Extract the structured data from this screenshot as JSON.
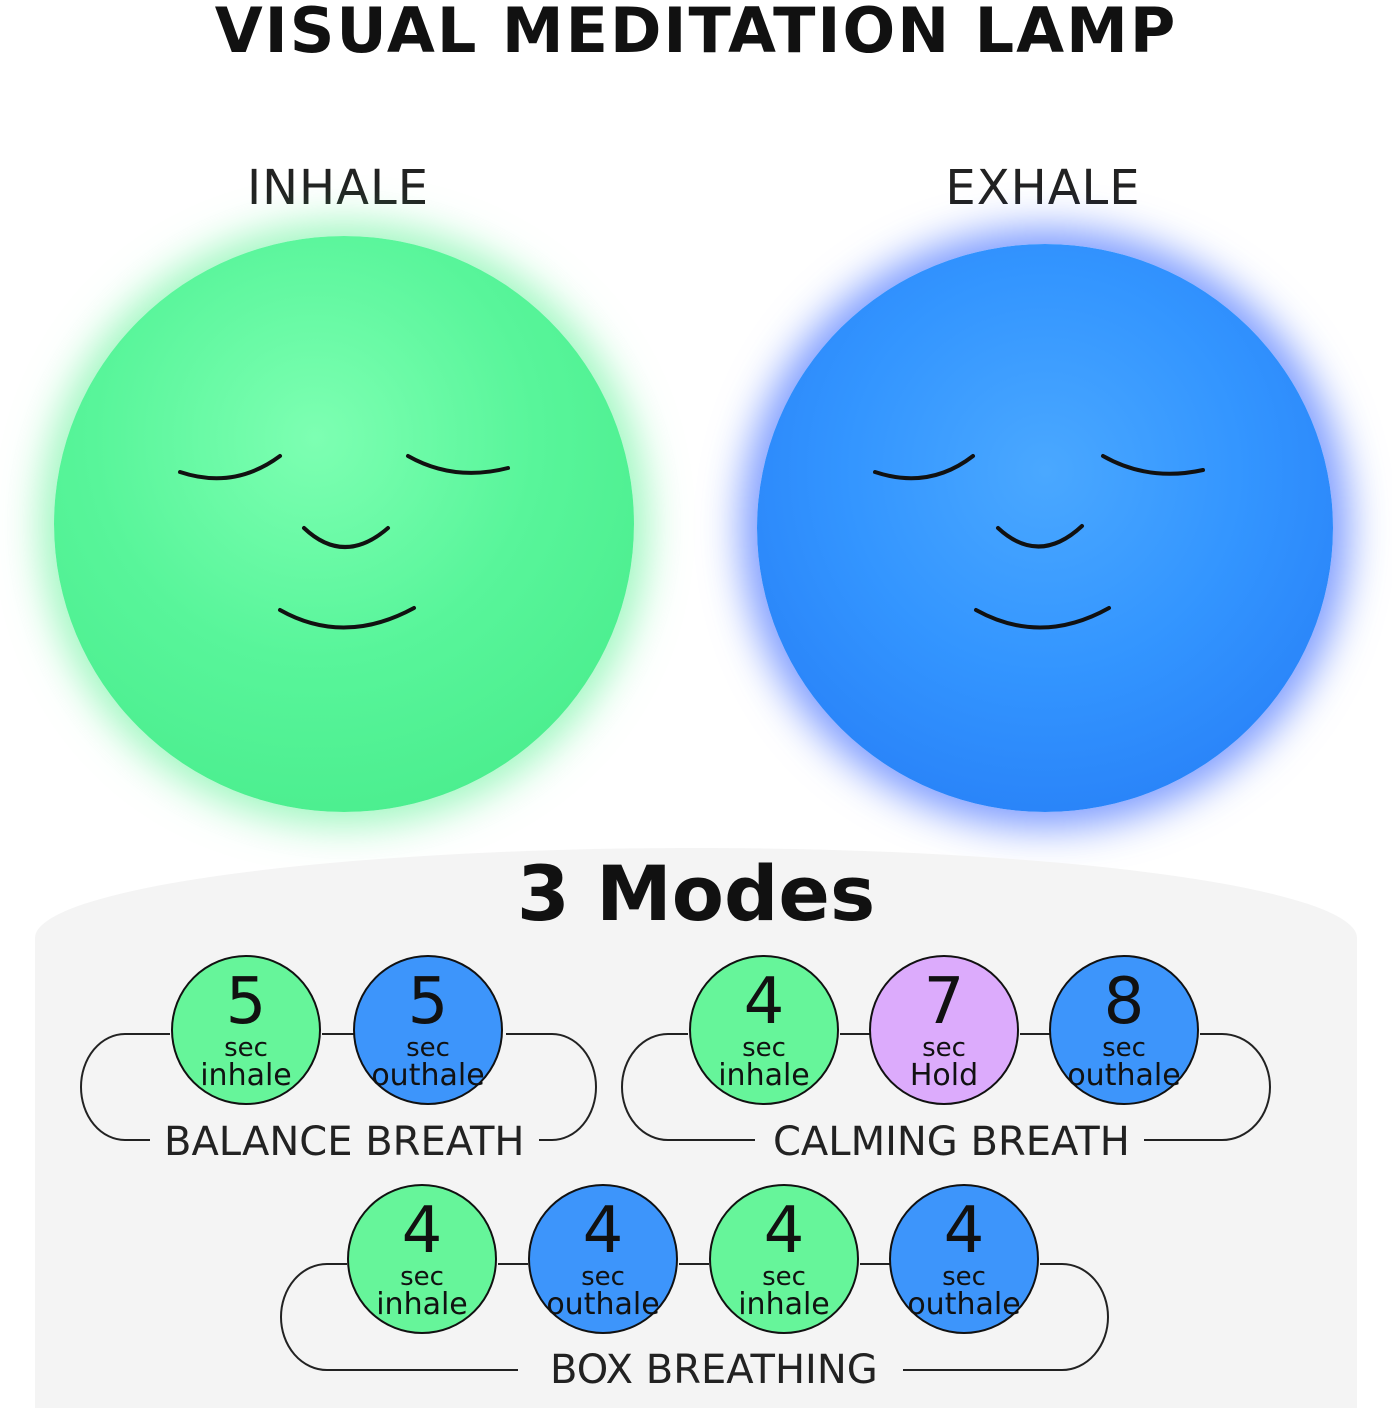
{
  "title": "VISUAL MEDITATION LAMP",
  "lamps": {
    "inhale_label": "INHALE",
    "exhale_label": "EXHALE"
  },
  "colors": {
    "inhale": "#66f59a",
    "outhale": "#3d95fb",
    "hold": "#dcabfc"
  },
  "modes_title": "3 Modes",
  "modes": [
    {
      "name": "BALANCE BREATH",
      "steps": [
        {
          "value": "5",
          "unit": "sec",
          "action": "inhale"
        },
        {
          "value": "5",
          "unit": "sec",
          "action": "outhale"
        }
      ]
    },
    {
      "name": "CALMING BREATH",
      "steps": [
        {
          "value": "4",
          "unit": "sec",
          "action": "inhale"
        },
        {
          "value": "7",
          "unit": "sec",
          "action": "Hold"
        },
        {
          "value": "8",
          "unit": "sec",
          "action": "outhale"
        }
      ]
    },
    {
      "name": "BOX BREATHING",
      "steps": [
        {
          "value": "4",
          "unit": "sec",
          "action": "inhale"
        },
        {
          "value": "4",
          "unit": "sec",
          "action": "outhale"
        },
        {
          "value": "4",
          "unit": "sec",
          "action": "inhale"
        },
        {
          "value": "4",
          "unit": "sec",
          "action": "outhale"
        }
      ]
    }
  ]
}
